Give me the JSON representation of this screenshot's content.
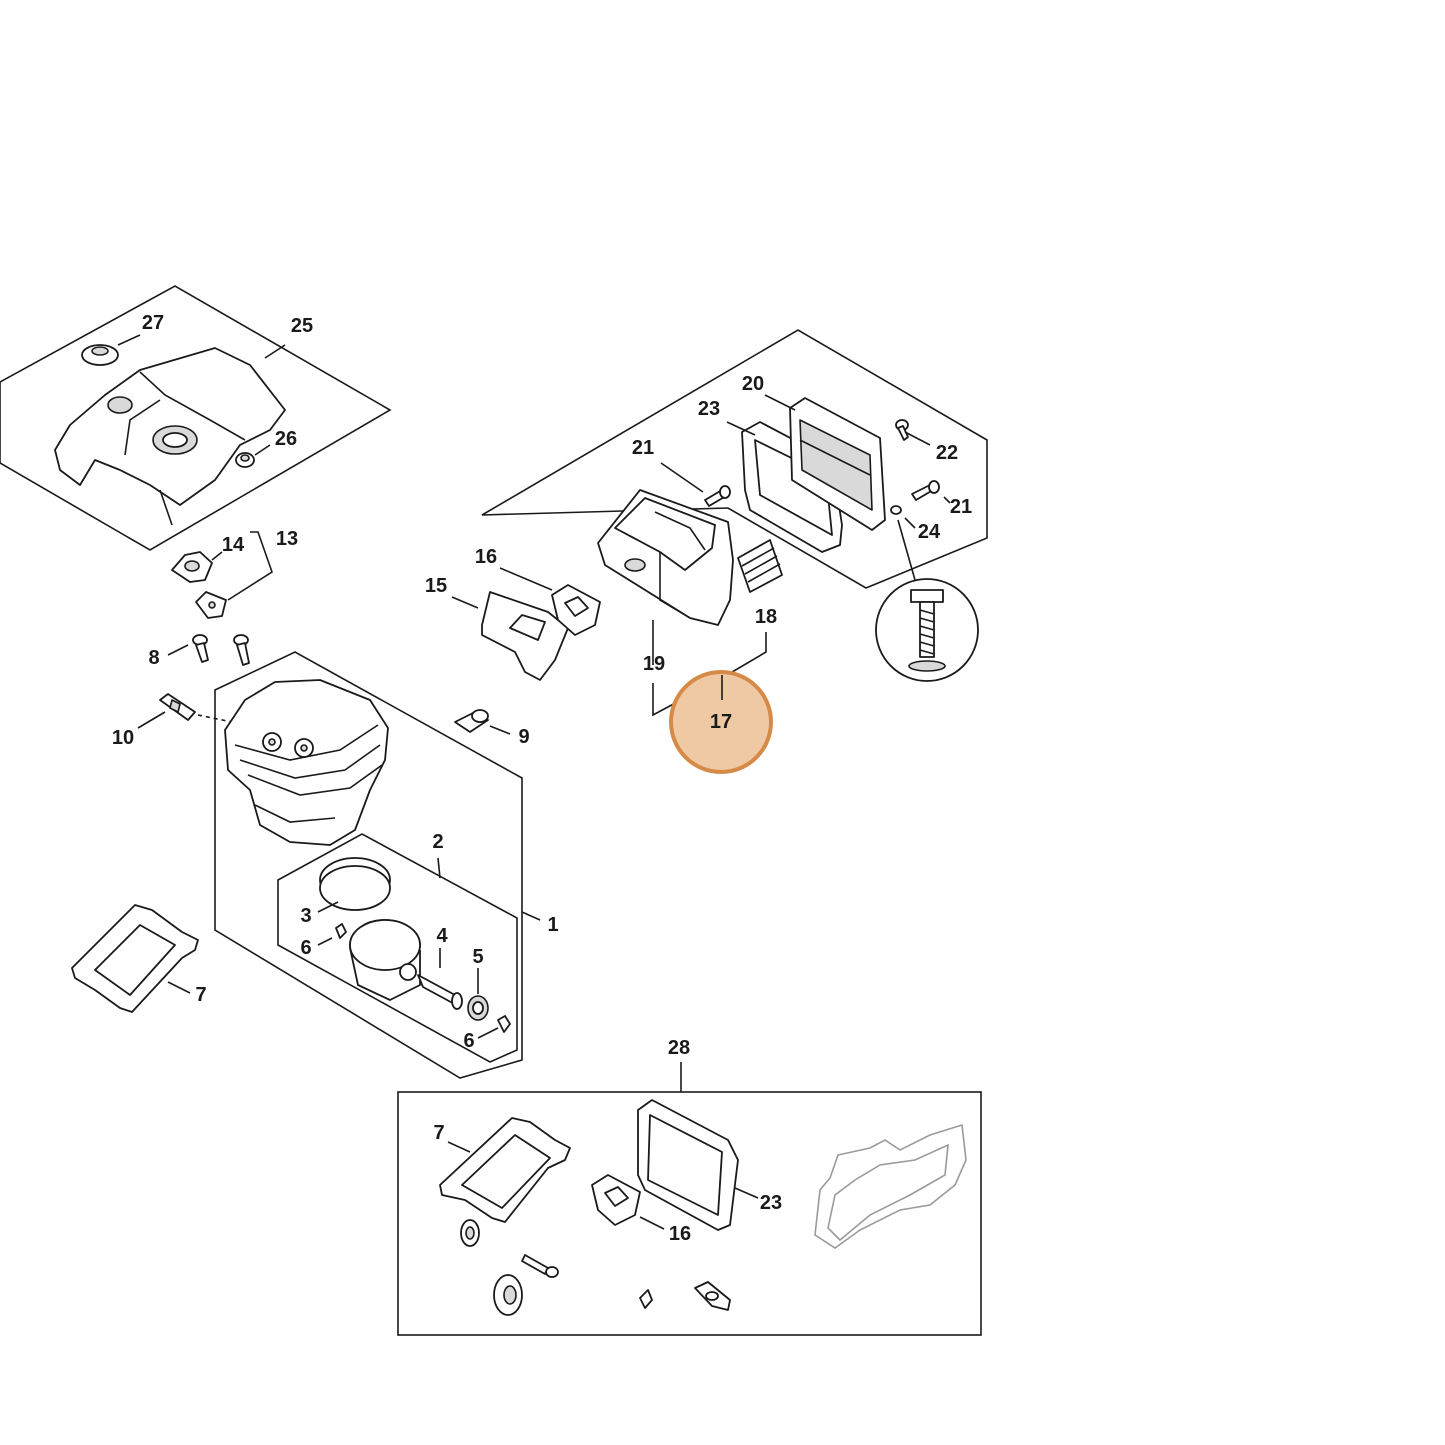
{
  "highlight": {
    "label": "17",
    "fill": "#efc9a3",
    "stroke": "#d68a48"
  },
  "labels": {
    "p1": "1",
    "p2": "2",
    "p3": "3",
    "p4": "4",
    "p5": "5",
    "p6a": "6",
    "p6b": "6",
    "p7a": "7",
    "p7b": "7",
    "p8": "8",
    "p9": "9",
    "p10": "10",
    "p13": "13",
    "p14": "14",
    "p15": "15",
    "p16a": "16",
    "p16b": "16",
    "p18": "18",
    "p19": "19",
    "p20": "20",
    "p21a": "21",
    "p21b": "21",
    "p22": "22",
    "p23a": "23",
    "p23b": "23",
    "p24": "24",
    "p25": "25",
    "p26": "26",
    "p27": "27",
    "p28": "28"
  }
}
